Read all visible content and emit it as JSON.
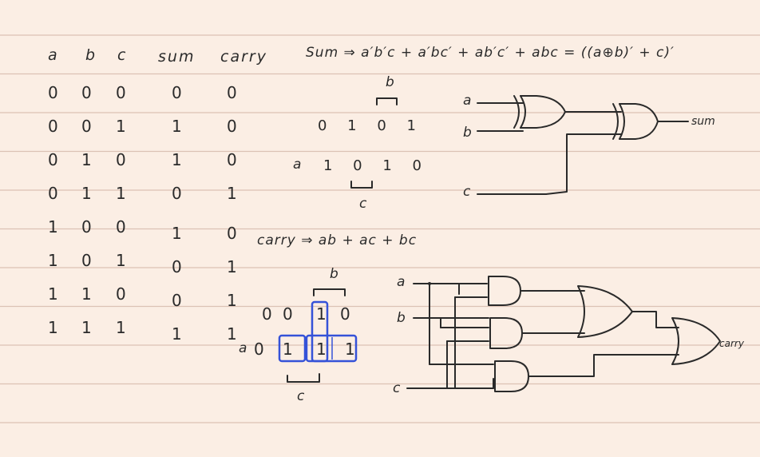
{
  "truth_table": {
    "headers": [
      "a",
      "b",
      "c",
      "sum",
      "carry"
    ],
    "rows": [
      [
        "0",
        "0",
        "0",
        "0",
        "0"
      ],
      [
        "0",
        "0",
        "1",
        "1",
        "0"
      ],
      [
        "0",
        "1",
        "0",
        "1",
        "0"
      ],
      [
        "0",
        "1",
        "1",
        "0",
        "1"
      ],
      [
        "1",
        "0",
        "0",
        "1",
        "0"
      ],
      [
        "1",
        "0",
        "1",
        "0",
        "1"
      ],
      [
        "1",
        "1",
        "0",
        "0",
        "1"
      ],
      [
        "1",
        "1",
        "1",
        "1",
        "1"
      ]
    ]
  },
  "sum_equation": "Sum ⇒ a′b′c + a′bc′ + ab′c′ + abc = ((a⊕b)′ + c)′",
  "sum_kmap": {
    "top_label": "b",
    "row_label": "a",
    "bottom_label": "c",
    "row0": "0 1 0 1",
    "row1": "1 0 1 0"
  },
  "carry_equation": "carry ⇒ ab + ac + bc",
  "carry_kmap": {
    "top_label": "b",
    "row_label": "a",
    "bottom_label": "c",
    "row0": [
      "0",
      "0",
      "1",
      "0"
    ],
    "row1": [
      "0",
      "1",
      "1",
      "1"
    ]
  },
  "sum_circuit": {
    "inputs": [
      "a",
      "b",
      "c"
    ],
    "output": "sum"
  },
  "carry_circuit": {
    "inputs": [
      "a",
      "b",
      "c"
    ],
    "output": "carry"
  },
  "colors": {
    "paper": "#fbeee4",
    "rule_line": "#dcc2b4",
    "ink": "#2a2a2a",
    "highlight": "#3552d8"
  }
}
